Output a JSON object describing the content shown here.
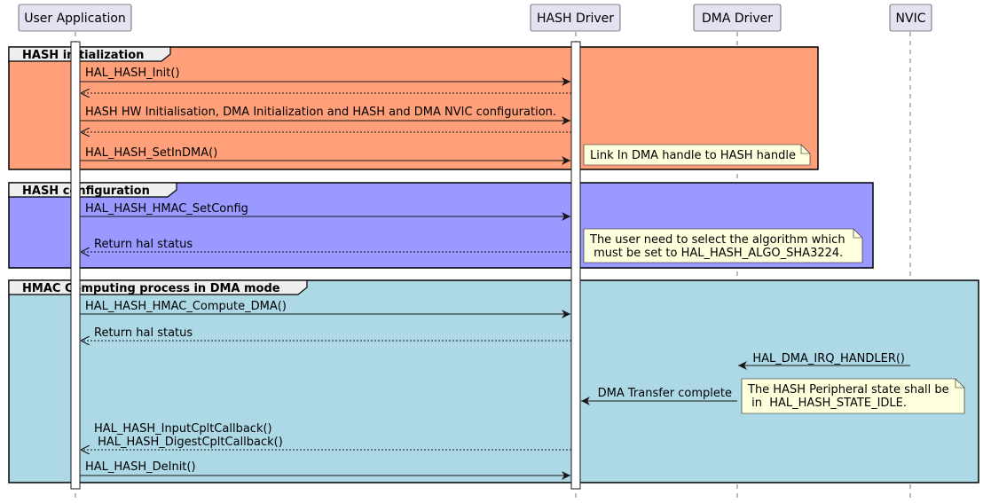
{
  "participants": [
    {
      "id": "app",
      "label": "User Application"
    },
    {
      "id": "hash",
      "label": "HASH Driver"
    },
    {
      "id": "dma",
      "label": "DMA Driver"
    },
    {
      "id": "nvic",
      "label": "NVIC"
    }
  ],
  "groups": [
    {
      "id": "init",
      "title": "HASH initialization",
      "color": "#FFA07A"
    },
    {
      "id": "config",
      "title": "HASH configuration",
      "color": "#9999FF"
    },
    {
      "id": "compute",
      "title": "HMAC Computing process in DMA mode",
      "color": "#ADD8E6"
    }
  ],
  "messages": [
    {
      "id": "m1",
      "from": "app",
      "to": "hash",
      "label": "HAL_HASH_Init()",
      "style": "solid"
    },
    {
      "id": "m2",
      "from": "hash",
      "to": "app",
      "label": "",
      "style": "dashed"
    },
    {
      "id": "m3",
      "from": "app",
      "to": "hash",
      "label": "HASH HW Initialisation, DMA Initialization and HASH and DMA NVIC configuration.",
      "style": "solid"
    },
    {
      "id": "m4",
      "from": "hash",
      "to": "app",
      "label": "",
      "style": "dashed"
    },
    {
      "id": "m5",
      "from": "app",
      "to": "hash",
      "label": "HAL_HASH_SetInDMA()",
      "style": "solid"
    },
    {
      "id": "m6",
      "from": "app",
      "to": "hash",
      "label": "HAL_HASH_HMAC_SetConfig",
      "style": "solid"
    },
    {
      "id": "m7",
      "from": "hash",
      "to": "app",
      "label": "Return hal status",
      "style": "dashed"
    },
    {
      "id": "m8",
      "from": "app",
      "to": "hash",
      "label": "HAL_HASH_HMAC_Compute_DMA()",
      "style": "solid"
    },
    {
      "id": "m9",
      "from": "hash",
      "to": "app",
      "label": "Return hal status",
      "style": "dashed"
    },
    {
      "id": "m10",
      "from": "nvic",
      "to": "dma",
      "label": "HAL_DMA_IRQ_HANDLER()",
      "style": "solid"
    },
    {
      "id": "m11",
      "from": "dma",
      "to": "hash",
      "label": "DMA Transfer complete",
      "style": "solid"
    },
    {
      "id": "m12",
      "from": "hash",
      "to": "app",
      "label": [
        "HAL_HASH_InputCpltCallback()",
        " HAL_HASH_DigestCpltCallback()"
      ],
      "style": "dashed"
    },
    {
      "id": "m13",
      "from": "app",
      "to": "hash",
      "label": "HAL_HASH_DeInit()",
      "style": "solid"
    }
  ],
  "notes": [
    {
      "id": "n1",
      "lines": [
        "Link In DMA handle to HASH handle"
      ]
    },
    {
      "id": "n2",
      "lines": [
        "The user need to select the algorithm which",
        " must be set to HAL_HASH_ALGO_SHA3224."
      ]
    },
    {
      "id": "n3",
      "lines": [
        "The HASH Peripheral state shall be",
        " in  HAL_HASH_STATE_IDLE."
      ]
    }
  ],
  "colors": {
    "participant_fill": "#E2E2F0",
    "participant_border": "#181818",
    "note_fill": "#FEFFDD",
    "group_header_fill": "#EEEEEE",
    "line": "#181818"
  }
}
